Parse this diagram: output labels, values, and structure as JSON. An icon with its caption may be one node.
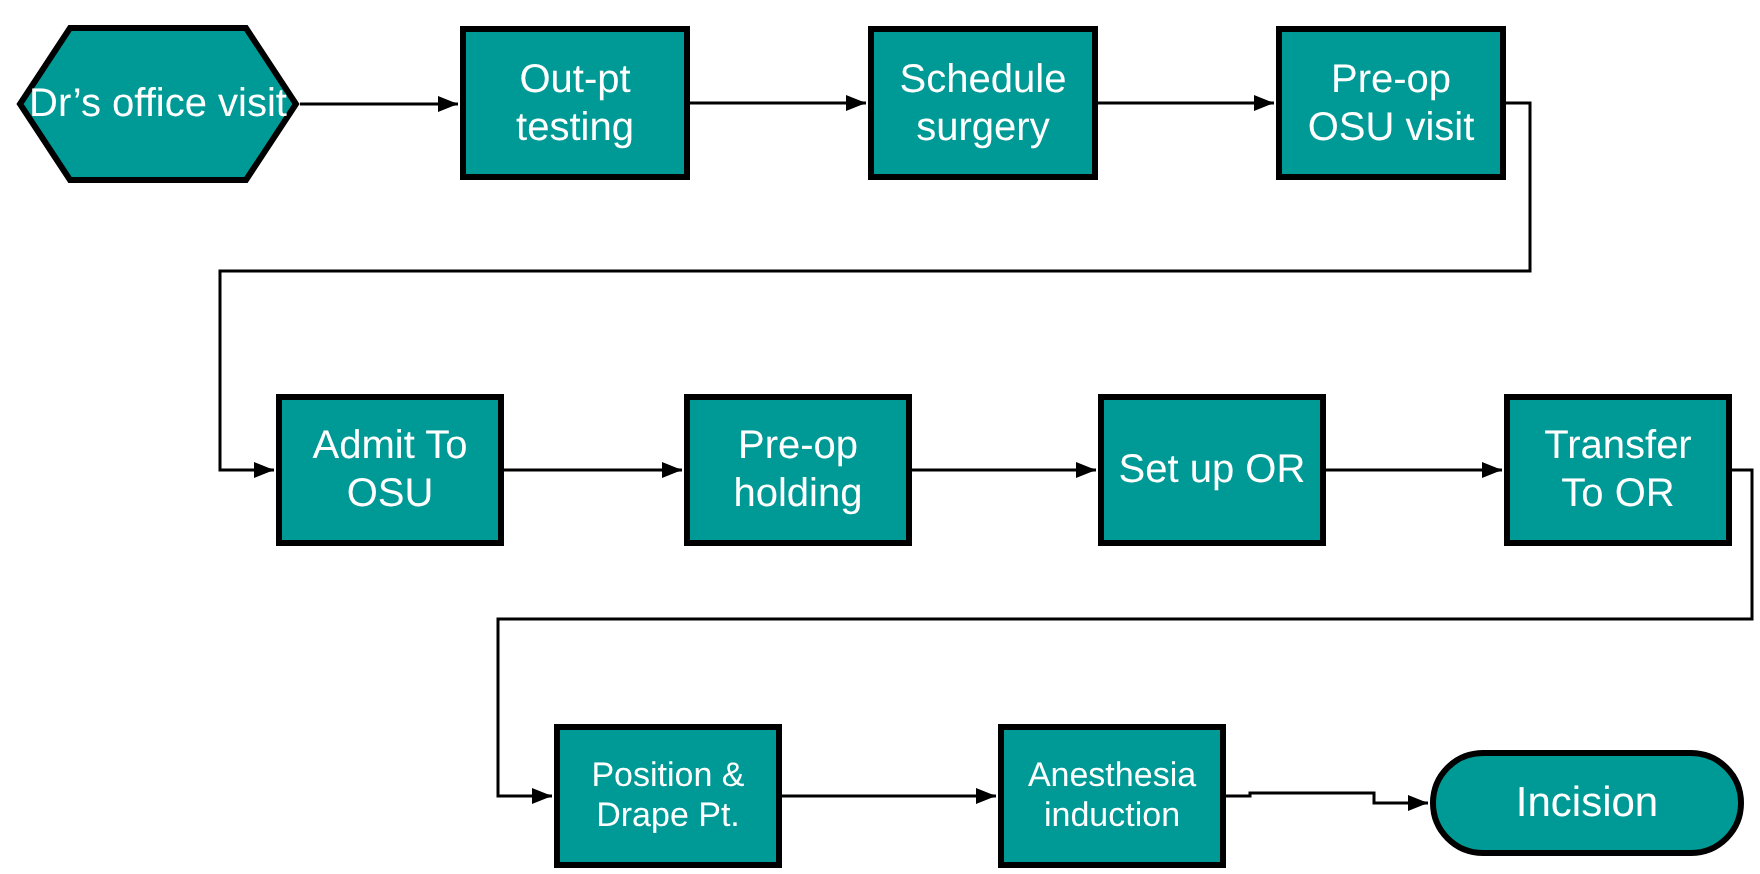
{
  "diagram": {
    "nodes": [
      {
        "text": [
          "Dr’s office visit"
        ]
      },
      {
        "text": [
          "Out-pt testing"
        ]
      },
      {
        "text": [
          "Schedule surgery"
        ]
      },
      {
        "text": [
          "Pre-op OSU visit"
        ]
      },
      {
        "text": [
          "Admit To OSU"
        ]
      },
      {
        "text": [
          "Pre-op holding"
        ]
      },
      {
        "text": [
          "Set up OR"
        ]
      },
      {
        "text": [
          "Transfer To OR"
        ]
      },
      {
        "text": [
          "Position & Drape Pt."
        ]
      },
      {
        "text": [
          "Anesthesia induction"
        ]
      },
      {
        "text": [
          "Incision"
        ]
      }
    ],
    "edges": [
      {
        "from": 0,
        "to": 1,
        "arrow": "to"
      },
      {
        "from": 1,
        "to": 2,
        "arrow": "to"
      },
      {
        "from": 2,
        "to": 3,
        "arrow": "to"
      },
      {
        "from": 3,
        "to": 4,
        "arrow": "to"
      },
      {
        "from": 4,
        "to": 5,
        "arrow": "to"
      },
      {
        "from": 5,
        "to": 6,
        "arrow": "to"
      },
      {
        "from": 6,
        "to": 7,
        "arrow": "to"
      },
      {
        "from": 7,
        "to": 8,
        "arrow": "to"
      },
      {
        "from": 8,
        "to": 9,
        "arrow": "to"
      },
      {
        "from": 9,
        "to": 10,
        "arrow": "to"
      }
    ]
  }
}
